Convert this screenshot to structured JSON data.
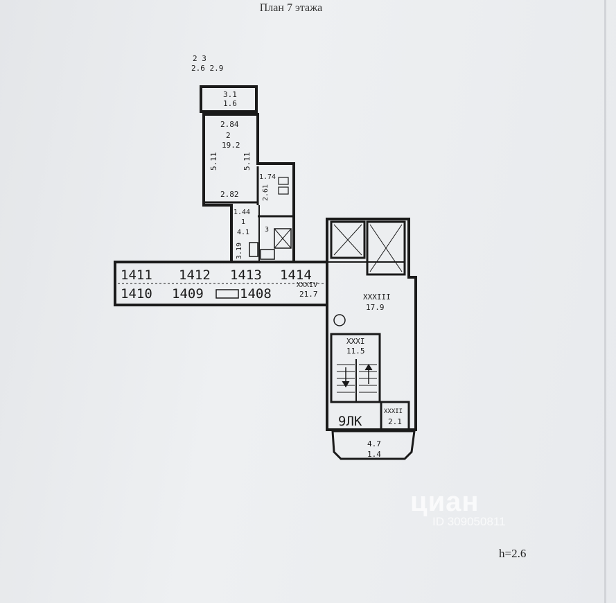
{
  "header": {
    "title": "План 7 этажа"
  },
  "footer": {
    "ceiling_height": "h=2.6"
  },
  "watermark": {
    "brand": "циан",
    "listing_id": "ID 309050811"
  },
  "balcony_header": {
    "room_numbers": "2  3",
    "room_values": "2.6 2.9"
  },
  "rooms": {
    "balcony_number": "3.1",
    "balcony_area": "1.6",
    "room_width_top": "2.84",
    "room_number": "2",
    "room_area": "19.2",
    "room_length_left": "5.11",
    "room_length_right": "5.11",
    "room_width_bottom": "2.82",
    "kitchen_area": "1.74",
    "kitchen_length": "2.61",
    "hall_width": "1.44",
    "hall_number": "1",
    "hall_area": "4.1",
    "hall_length": "3.19",
    "bath_number": "3"
  },
  "corridor": {
    "apartments_top": [
      "1411",
      "1412",
      "1413",
      "1414"
    ],
    "apartments_bottom": [
      "1410",
      "1409",
      "1408"
    ],
    "label": "XXXIV",
    "area": "21.7"
  },
  "stair_block": {
    "lobby_label": "XXXIII",
    "lobby_area": "17.9",
    "stair_label": "XXXI",
    "stair_area": "11.5",
    "stair_code": "9ЛК",
    "closet_label": "XXXII",
    "closet_area": "2.1",
    "balcony_number": "4.7",
    "balcony_area": "1.4"
  },
  "colors": {
    "paper": "#e9eaec",
    "ink": "#1a1a1a"
  }
}
